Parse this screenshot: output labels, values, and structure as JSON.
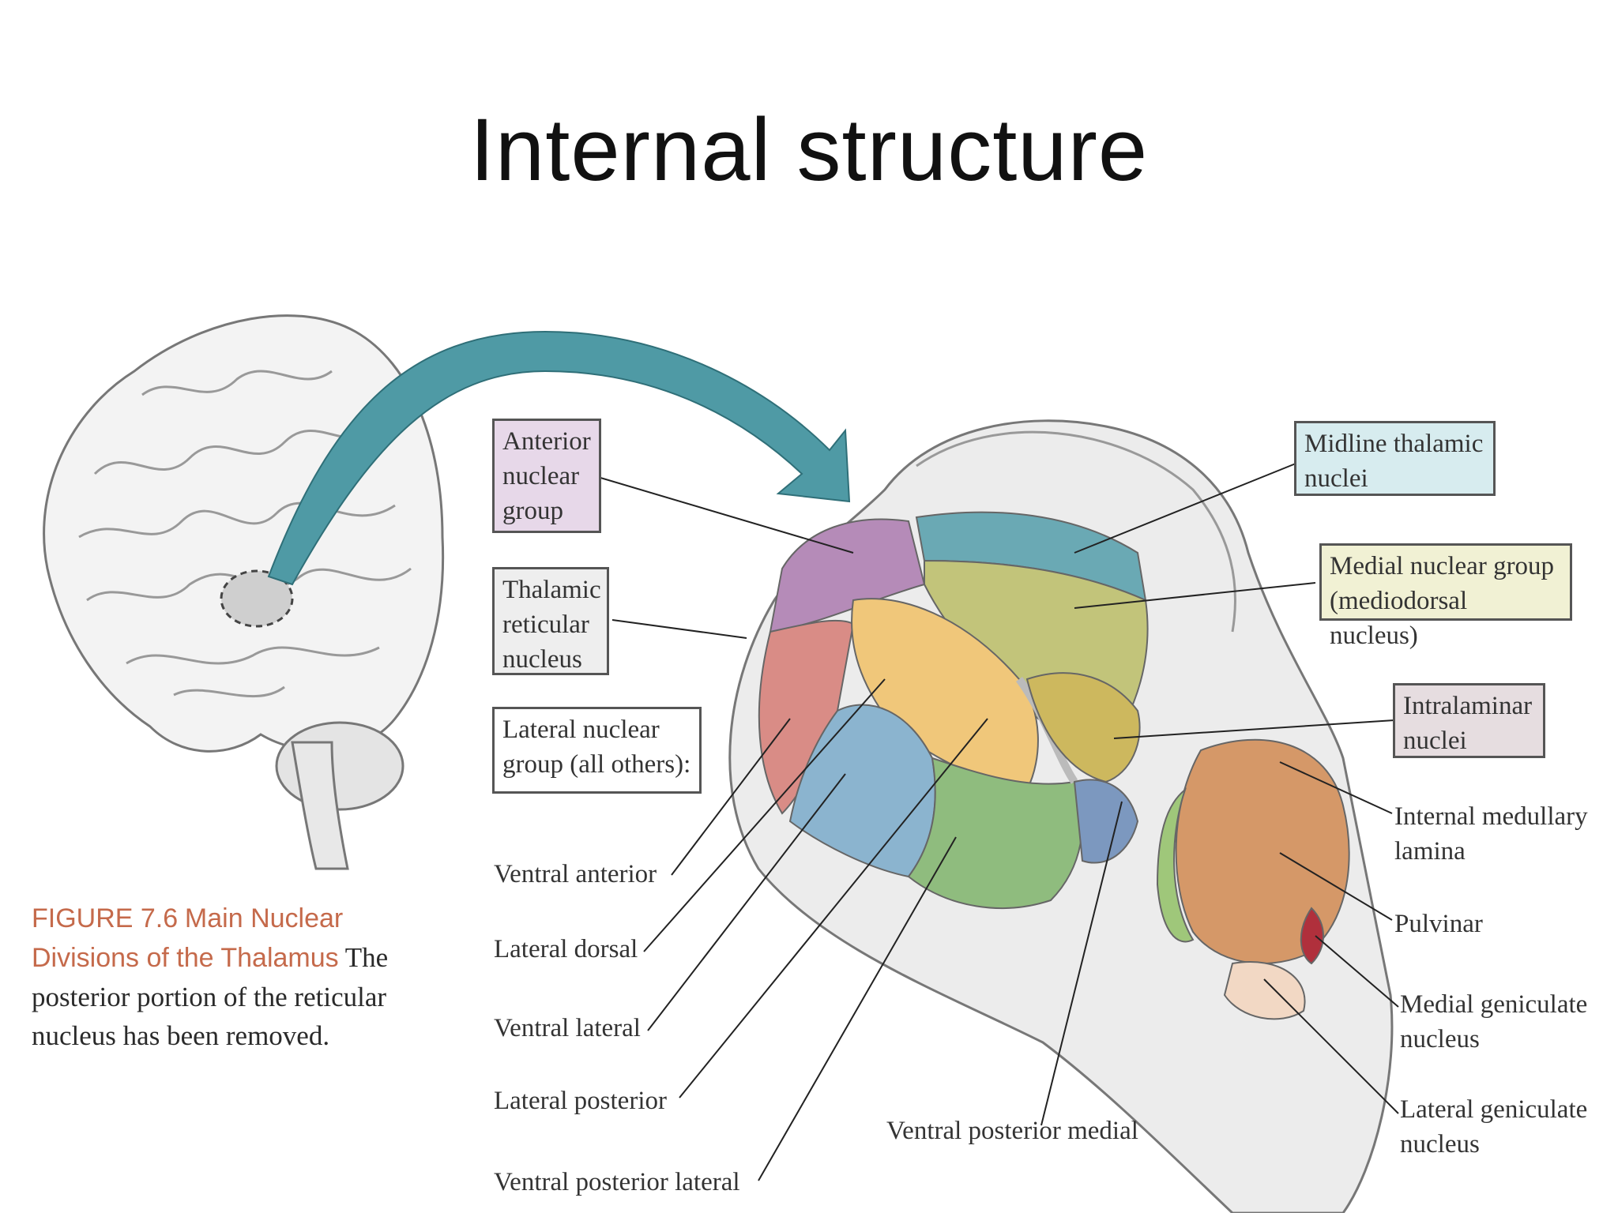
{
  "title": "Internal structure",
  "caption": {
    "figure_label": "FIGURE 7.6",
    "figure_title": "Main Nuclear Divisions of the Thalamus",
    "text": "The posterior portion of the reticular nucleus has been removed."
  },
  "boxed_labels": {
    "anterior": "Anterior\nnuclear\ngroup",
    "reticular": "Thalamic\nreticular\nnucleus",
    "lateral_group": "Lateral nuclear\ngroup (all others):",
    "midline": "Midline thalamic\nnuclei",
    "medial": "Medial nuclear group\n(mediodorsal nucleus)",
    "intralaminar": "Intralaminar\nnuclei"
  },
  "left_labels": {
    "ventral_anterior": "Ventral anterior",
    "lateral_dorsal": "Lateral dorsal",
    "ventral_lateral": "Ventral lateral",
    "lateral_posterior": "Lateral posterior",
    "ventral_posterior_lateral": "Ventral posterior lateral"
  },
  "bottom_label": "Ventral posterior medial",
  "right_labels": {
    "internal_medullary": "Internal medullary\nlamina",
    "pulvinar": "Pulvinar",
    "medial_geniculate": "Medial geniculate\nnucleus",
    "lateral_geniculate": "Lateral geniculate\nnucleus"
  },
  "colors": {
    "anterior": "#b58bb8",
    "reticular": "#dcdcdc",
    "midline": "#6aa9b4",
    "medial": "#c2c47a",
    "intralaminar": "#b7a8ad",
    "ventral_anterior": "#d98c86",
    "lateral_dorsal": "#f0c77a",
    "ventral_lateral": "#edcb7c",
    "ventral_posterior_lateral": "#8fbc7e",
    "lateral_posterior": "#8bb4cf",
    "pulvinar": "#d59868",
    "arrow": "#4f9aa5",
    "caption_highlight": "#c56a4b"
  }
}
